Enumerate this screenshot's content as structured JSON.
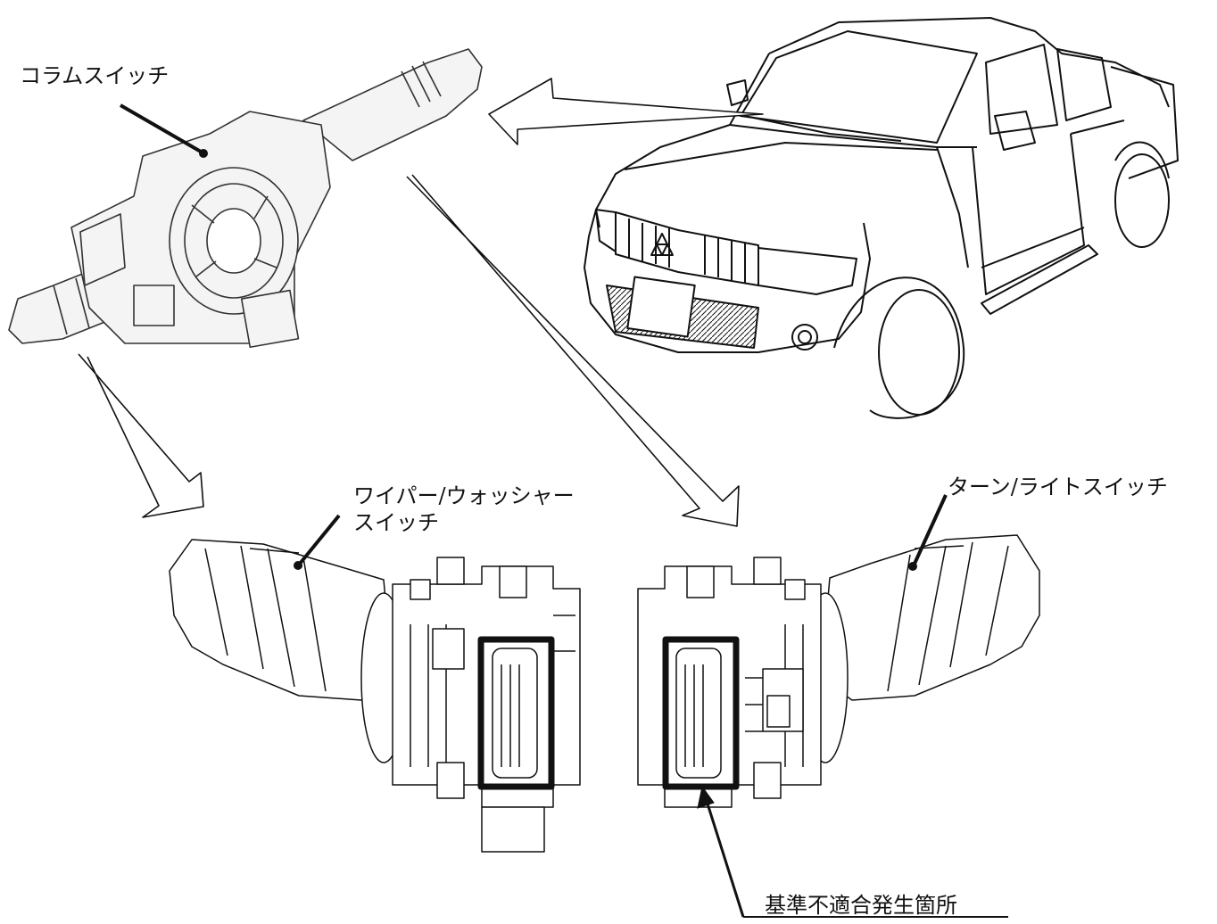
{
  "labels": {
    "column_switch": "コラムスイッチ",
    "wiper_line1": "ワイパー/ウォッシャー",
    "wiper_line2": "スイッチ",
    "turn_light_switch": "ターン/ライトスイッチ",
    "defect_location": "基準不適合発生箇所"
  },
  "colors": {
    "line": "#111111",
    "part_fill": "#f4f4f4",
    "highlight": "#111111"
  }
}
